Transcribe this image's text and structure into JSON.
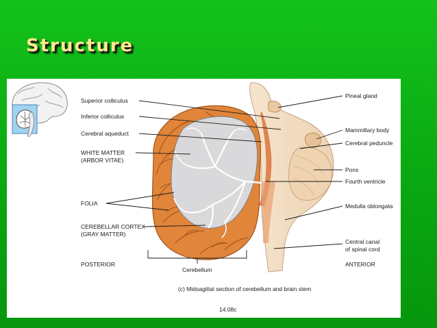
{
  "slide": {
    "title": "Structure"
  },
  "figure": {
    "labels_left": {
      "superior_colliculus": "Superior colliculus",
      "inferior_colliculus": "Inferior colliculus",
      "cerebral_aqueduct": "Cerebral aqueduct",
      "white_matter_1": "WHITE MATTER",
      "white_matter_2": "(ARBOR VITAE)",
      "folia": "FOLIA",
      "cortex_1": "CEREBELLAR CORTEX",
      "cortex_2": "(GRAY MATTER)",
      "posterior": "POSTERIOR"
    },
    "labels_right": {
      "pineal_gland": "Pineal gland",
      "mammillary_body": "Mammillary body",
      "cerebral_peduncle": "Cerebral peduncle",
      "pons": "Pons",
      "fourth_ventricle": "Fourth ventricle",
      "medulla_oblongata": "Medulla oblongata",
      "central_canal_1": "Central canal",
      "central_canal_2": "of spinal cord",
      "anterior": "ANTERIOR"
    },
    "cerebellum_label": "Cerebellum",
    "caption": "(c) Midsagittal section of cerebellum and brain stem",
    "figure_number": "14.08c",
    "colors": {
      "gray_matter": "#e0853a",
      "white_matter": "#d6d6d8",
      "brainstem": "#f3dcc0",
      "ventricle": "#d9743c"
    }
  }
}
